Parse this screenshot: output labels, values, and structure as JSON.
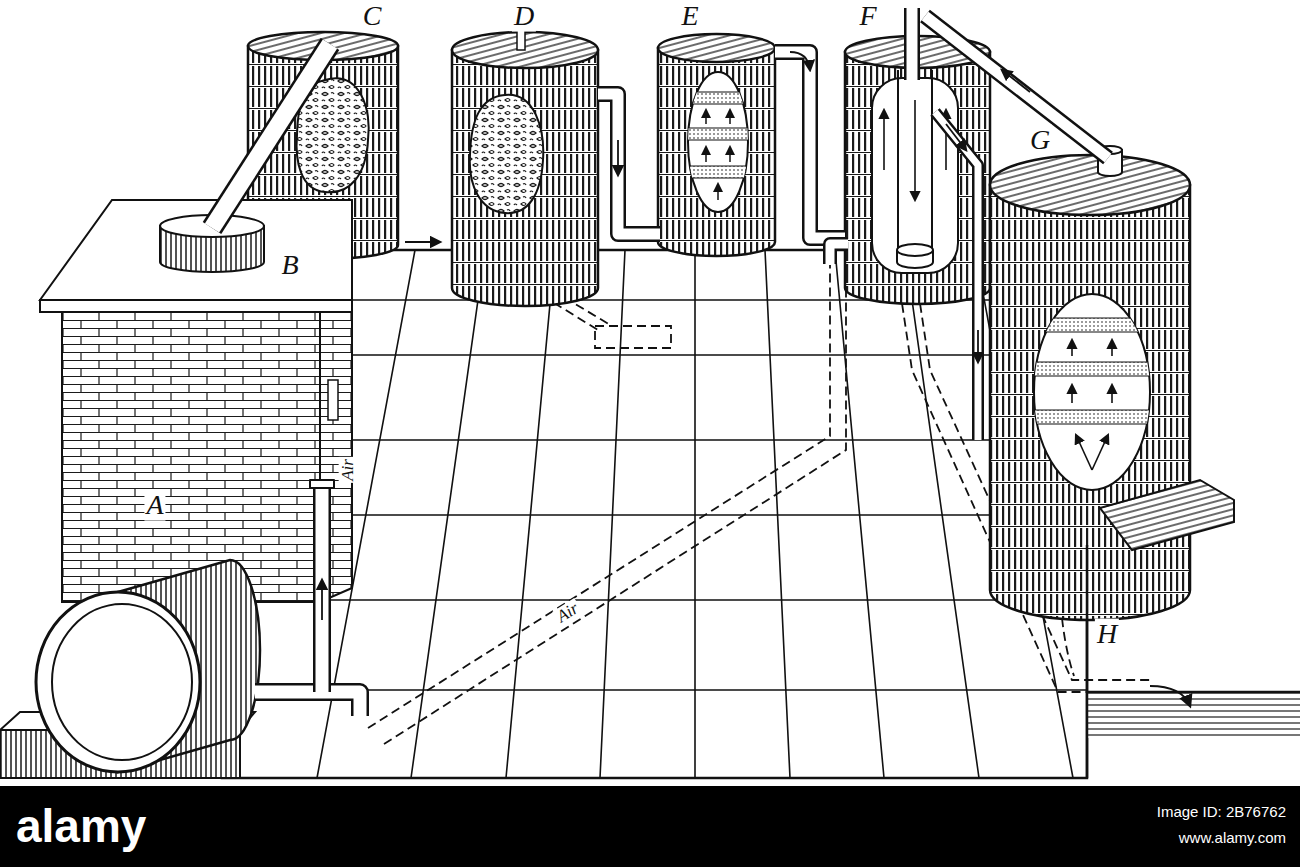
{
  "diagram": {
    "labels": [
      "C",
      "D",
      "E",
      "F",
      "G",
      "B",
      "A",
      "Air",
      "Air",
      "H",
      "alamy",
      "Image ID: 2B76762",
      "www.alamy.com"
    ]
  }
}
